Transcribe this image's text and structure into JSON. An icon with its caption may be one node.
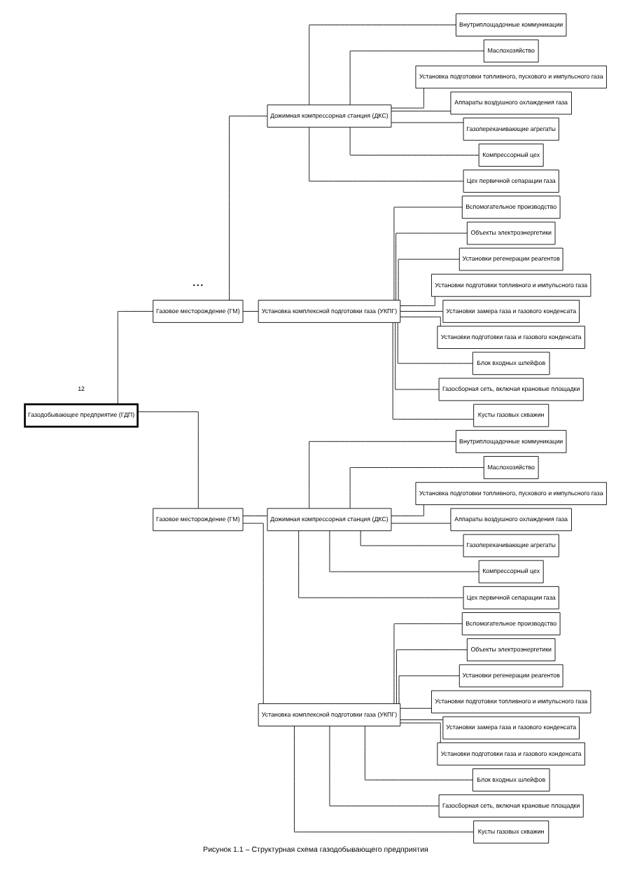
{
  "diagram": {
    "caption": "Рисунок 1.1 – Структурная схема газодобывающего предприятия",
    "nodes": [
      {
        "text": [
          "Газодобывающее предприятие (ГДП)"
        ]
      },
      {
        "text": [
          "Газовое месторождение (ГМ)"
        ]
      },
      {
        "text": [
          "Установка комплексной подготовки газа (УКПГ)"
        ]
      },
      {
        "text": [
          "Кусты газовых скважин"
        ]
      },
      {
        "text": [
          "Газосборная сеть, включая крановые площадки"
        ]
      },
      {
        "text": [
          "Блок входных шлейфов"
        ]
      },
      {
        "text": [
          "Установки подготовки газа и газового конденсата"
        ]
      },
      {
        "text": [
          "Установки замера газа и газового конденсата"
        ]
      },
      {
        "text": [
          "Установки подготовки топливного и импульсного газа"
        ]
      },
      {
        "text": [
          "Установки регенерации реагентов"
        ]
      },
      {
        "text": [
          "Объекты электроэнергетики"
        ]
      },
      {
        "text": [
          "Вспомогательное производство"
        ]
      },
      {
        "text": [
          "Дожимная компрессорная станция (ДКС)"
        ]
      },
      {
        "text": [
          "Цех первичной сепарации газа"
        ]
      },
      {
        "text": [
          "Компрессорный цех"
        ]
      },
      {
        "text": [
          "Газоперекачивающие агрегаты"
        ]
      },
      {
        "text": [
          "Аппараты воздушного охлаждения газа"
        ]
      },
      {
        "text": [
          "Установка подготовки топливного, пускового и импульсного газа"
        ]
      },
      {
        "text": [
          "Маслохозяйство"
        ]
      },
      {
        "text": [
          "Внутриплощадочные коммуникации"
        ]
      },
      {
        "text": [
          "Газовое месторождение (ГМ)"
        ]
      },
      {
        "text": [
          "Установка комплексной подготовки газа (УКПГ)"
        ]
      },
      {
        "text": [
          "Кусты газовых скважин"
        ]
      },
      {
        "text": [
          "Газосборная сеть, включая крановые площадки"
        ]
      },
      {
        "text": [
          "Блок входных шлейфов"
        ]
      },
      {
        "text": [
          "Установки подготовки газа и газового конденсата"
        ]
      },
      {
        "text": [
          "Установки замера газа и газового конденсата"
        ]
      },
      {
        "text": [
          "Установки подготовки топливного и импульсного газа"
        ]
      },
      {
        "text": [
          "Установки регенерации реагентов"
        ]
      },
      {
        "text": [
          "Объекты электроэнергетики"
        ]
      },
      {
        "text": [
          "Вспомогательное производство"
        ]
      },
      {
        "text": [
          "Дожимная компрессорная станция (ДКС)"
        ]
      },
      {
        "text": [
          "Цех первичной сепарации газа"
        ]
      },
      {
        "text": [
          "Компрессорный цех"
        ]
      },
      {
        "text": [
          "Газоперекачивающие агрегаты"
        ]
      },
      {
        "text": [
          "Аппараты воздушного охлаждения газа"
        ]
      },
      {
        "text": [
          "Установка подготовки топливного, пускового и импульсного газа"
        ]
      },
      {
        "text": [
          "Маслохозяйство"
        ]
      },
      {
        "text": [
          "Внутриплощадочные коммуникации"
        ]
      }
    ],
    "edges": [
      {
        "from": 0,
        "to": 1,
        "arrow": "none"
      },
      {
        "from": 0,
        "to": 20,
        "arrow": "none"
      },
      {
        "from": 1,
        "to": 2,
        "arrow": "none"
      },
      {
        "from": 1,
        "to": 12,
        "arrow": "none"
      },
      {
        "from": 2,
        "to": 3,
        "arrow": "none"
      },
      {
        "from": 2,
        "to": 4,
        "arrow": "none"
      },
      {
        "from": 2,
        "to": 5,
        "arrow": "none"
      },
      {
        "from": 2,
        "to": 6,
        "arrow": "none"
      },
      {
        "from": 2,
        "to": 7,
        "arrow": "none"
      },
      {
        "from": 2,
        "to": 8,
        "arrow": "none"
      },
      {
        "from": 2,
        "to": 9,
        "arrow": "none"
      },
      {
        "from": 2,
        "to": 10,
        "arrow": "none"
      },
      {
        "from": 2,
        "to": 11,
        "arrow": "none"
      },
      {
        "from": 12,
        "to": 13,
        "arrow": "none"
      },
      {
        "from": 12,
        "to": 14,
        "arrow": "none"
      },
      {
        "from": 12,
        "to": 15,
        "arrow": "none"
      },
      {
        "from": 12,
        "to": 16,
        "arrow": "none"
      },
      {
        "from": 12,
        "to": 17,
        "arrow": "none"
      },
      {
        "from": 12,
        "to": 18,
        "arrow": "none"
      },
      {
        "from": 12,
        "to": 19,
        "arrow": "none"
      },
      {
        "from": 20,
        "to": 21,
        "arrow": "none"
      },
      {
        "from": 20,
        "to": 31,
        "arrow": "none"
      },
      {
        "from": 21,
        "to": 22,
        "arrow": "none"
      },
      {
        "from": 21,
        "to": 23,
        "arrow": "none"
      },
      {
        "from": 21,
        "to": 24,
        "arrow": "none"
      },
      {
        "from": 21,
        "to": 25,
        "arrow": "none"
      },
      {
        "from": 21,
        "to": 26,
        "arrow": "none"
      },
      {
        "from": 21,
        "to": 27,
        "arrow": "none"
      },
      {
        "from": 21,
        "to": 28,
        "arrow": "none"
      },
      {
        "from": 21,
        "to": 29,
        "arrow": "none"
      },
      {
        "from": 21,
        "to": 30,
        "arrow": "none"
      },
      {
        "from": 31,
        "to": 32,
        "arrow": "none"
      },
      {
        "from": 31,
        "to": 33,
        "arrow": "none"
      },
      {
        "from": 31,
        "to": 34,
        "arrow": "none"
      },
      {
        "from": 31,
        "to": 35,
        "arrow": "none"
      },
      {
        "from": 31,
        "to": 36,
        "arrow": "none"
      },
      {
        "from": 31,
        "to": 37,
        "arrow": "none"
      },
      {
        "from": 31,
        "to": 38,
        "arrow": "none"
      }
    ],
    "labels": [
      "• • •",
      "12"
    ]
  }
}
